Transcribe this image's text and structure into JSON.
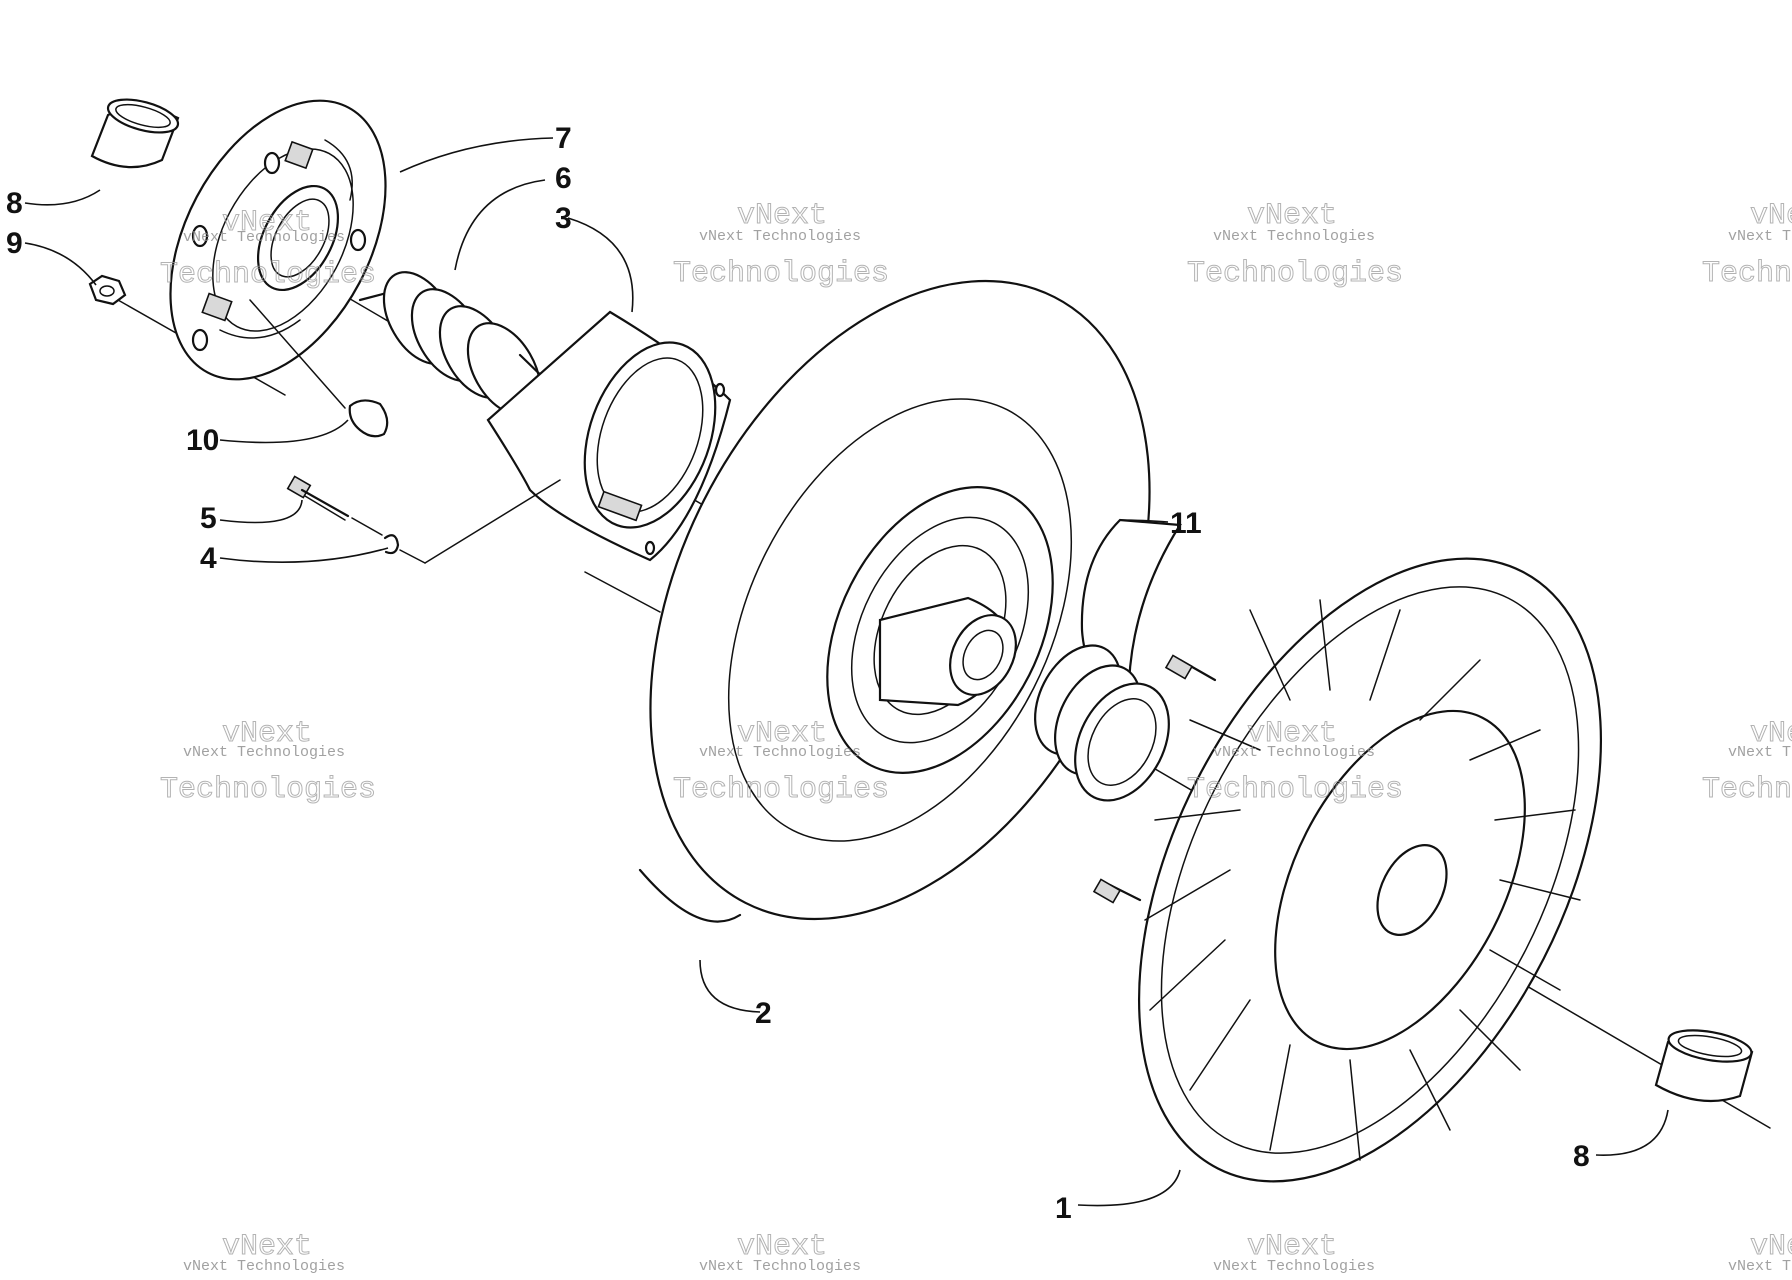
{
  "callouts": {
    "c1": "1",
    "c2": "2",
    "c3": "3",
    "c4": "4",
    "c5": "5",
    "c6": "6",
    "c7": "7",
    "c8a": "8",
    "c8b": "8",
    "c9": "9",
    "c10": "10",
    "c11": "11"
  },
  "watermark": {
    "line1": "vNext",
    "line2": "vNext Technologies",
    "line3": "Technologies"
  }
}
